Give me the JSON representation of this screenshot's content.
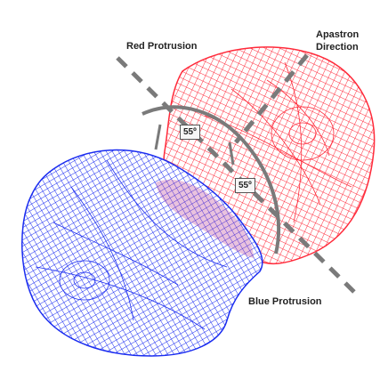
{
  "labels": {
    "red_protrusion": "Red Protrusion",
    "apastron_line1": "Apastron",
    "apastron_line2": "Direction",
    "blue_protrusion": "Blue Protrusion"
  },
  "angles": {
    "upper": "55º",
    "lower": "55º"
  },
  "colors": {
    "red_mesh": "#ff2a3a",
    "blue_mesh": "#1a2cf0",
    "guide_line": "#7a7a7a"
  }
}
